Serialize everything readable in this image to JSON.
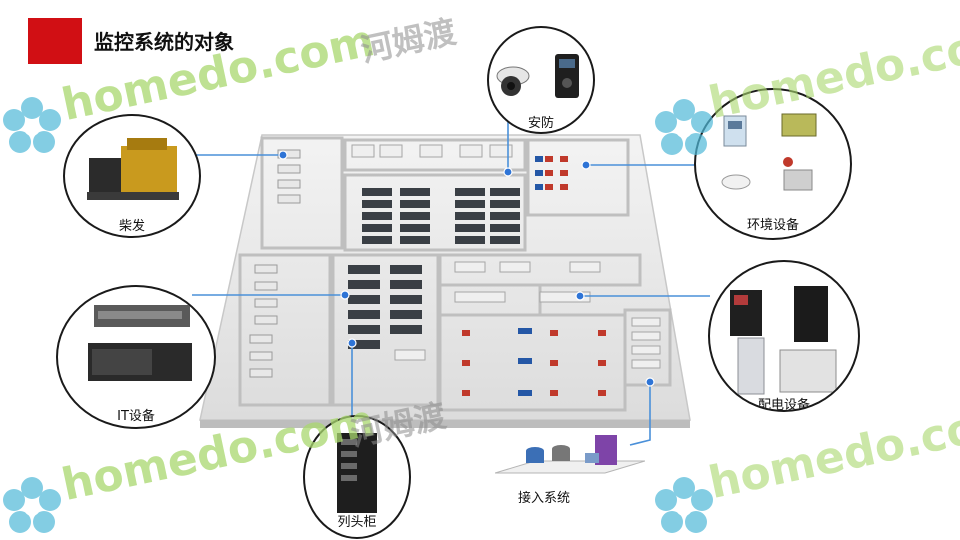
{
  "title": "监控系统的对象",
  "objects": {
    "security": "安防",
    "diesel": "柴发",
    "environment": "环境设备",
    "it": "IT设备",
    "power": "配电设备",
    "rack_head": "列头柜",
    "access": "接入系统"
  },
  "watermarks": {
    "brand": "homedo",
    "domain": ".com",
    "domain_partial": ".co",
    "chinese": "河姆渡"
  },
  "colors": {
    "title_block": "#d10f14",
    "connector": "#4a90d9",
    "watermark_green": "#a9d86e",
    "watermark_flower": "#4fb8d8"
  }
}
